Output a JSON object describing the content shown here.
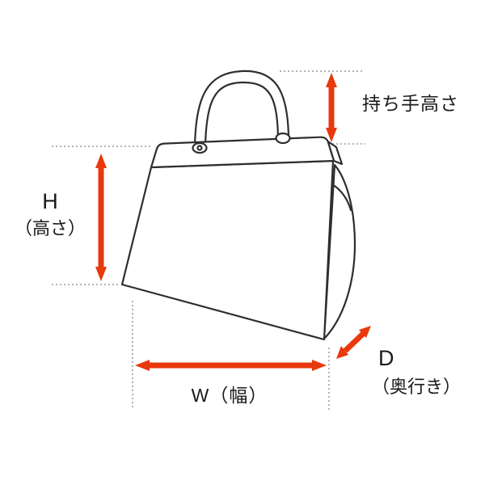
{
  "diagram": {
    "type": "product-dimension-diagram",
    "subject": "handbag"
  },
  "colors": {
    "accent": "#e8380d",
    "outline": "#2e2e2e",
    "guide": "#9b9b9b",
    "background": "#ffffff"
  },
  "labels": {
    "handle_height": "持ち手高さ",
    "height_letter": "H",
    "height_paren": "（高さ）",
    "width": "W（幅）",
    "depth_letter": "D",
    "depth_paren": "（奥行き）"
  }
}
